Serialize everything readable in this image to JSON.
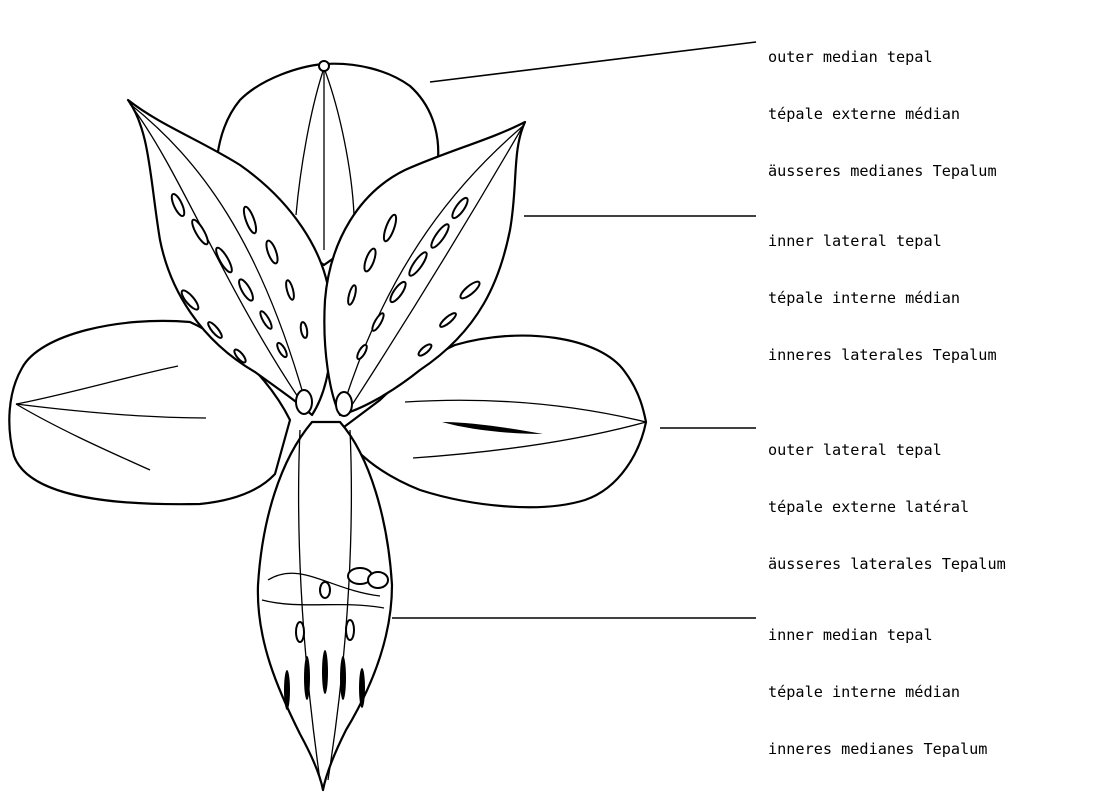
{
  "diagram": {
    "labels": [
      {
        "id": "outer-median",
        "lines": [
          "outer median tepal",
          "tépale externe médian",
          "äusseres medianes Tepalum"
        ]
      },
      {
        "id": "inner-lateral",
        "lines": [
          "inner lateral tepal",
          "tépale interne médian",
          "inneres laterales Tepalum"
        ]
      },
      {
        "id": "outer-lateral",
        "lines": [
          "outer lateral tepal",
          "tépale externe latéral",
          "äusseres laterales Tepalum"
        ]
      },
      {
        "id": "inner-median",
        "lines": [
          "inner median tepal",
          "tépale interne médian",
          "inneres medianes Tepalum"
        ]
      }
    ]
  }
}
